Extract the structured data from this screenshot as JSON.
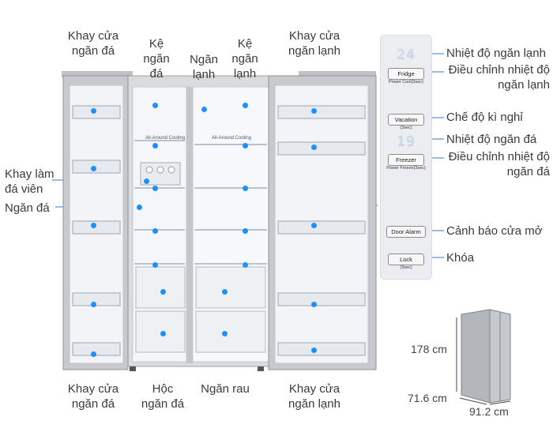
{
  "labels": {
    "khay_cua_ngan_da_top": [
      "Khay cửa",
      "ngăn đá"
    ],
    "ke_ngan_da": [
      "Kệ",
      "ngăn",
      "đá"
    ],
    "ngan_lanh": [
      "Ngăn",
      "lạnh"
    ],
    "ke_ngan_lanh": [
      "Kệ",
      "ngăn",
      "lạnh"
    ],
    "khay_cua_ngan_lanh_top": [
      "Khay cửa",
      "ngăn lạnh"
    ],
    "khay_lam_da_vien": [
      "Khay làm",
      "đá viên"
    ],
    "ngan_da": "Ngăn đá",
    "khay_cua_ngan_da_bottom": [
      "Khay cửa",
      "ngăn đá"
    ],
    "hoc_ngan_da": [
      "Hộc",
      "ngăn đá"
    ],
    "ngan_rau": "Ngăn rau",
    "khay_cua_ngan_lanh_bottom": [
      "Khay cửa",
      "ngăn lạnh"
    ]
  },
  "panel_labels": {
    "nhiet_do_ngan_lanh": "Nhiệt độ ngăn lạnh",
    "dieu_chinh_ngan_lanh": [
      "Điều chỉnh nhiệt độ",
      "ngăn lạnh"
    ],
    "che_do_ki_nghi": "Chế độ kì nghỉ",
    "nhiet_do_ngan_da": "Nhiệt độ ngăn đá",
    "dieu_chinh_ngan_da": [
      "Điều chỉnh nhiệt độ",
      "ngăn đá"
    ],
    "canh_bao_cua_mo": "Cảnh báo cửa mở",
    "khoa": "Khóa"
  },
  "panel": {
    "fridge_digits": "24",
    "freezer_digits": "19",
    "fridge_btn": "Fridge",
    "fridge_sub": "Power Cool(3sec)",
    "vacation_btn": "Vacation",
    "vacation_sub": "(3sec)",
    "freezer_btn": "Freezer",
    "freezer_sub": "Power Freeze(3sec)",
    "door_alarm_btn": "Door Alarm",
    "lock_btn": "Lock",
    "lock_sub": "(3sec)"
  },
  "interior": {
    "cooling_left": "All-Around Cooling",
    "cooling_right": "All-Around Cooling"
  },
  "dimensions": {
    "height": "178 cm",
    "depth": "71.6 cm",
    "width": "91.2 cm"
  },
  "colors": {
    "accent_dot": "#1f8fff",
    "leader_line": "#2b7fd6",
    "fridge_body": "#b9bbbe",
    "interior": "#f3f5f8"
  }
}
